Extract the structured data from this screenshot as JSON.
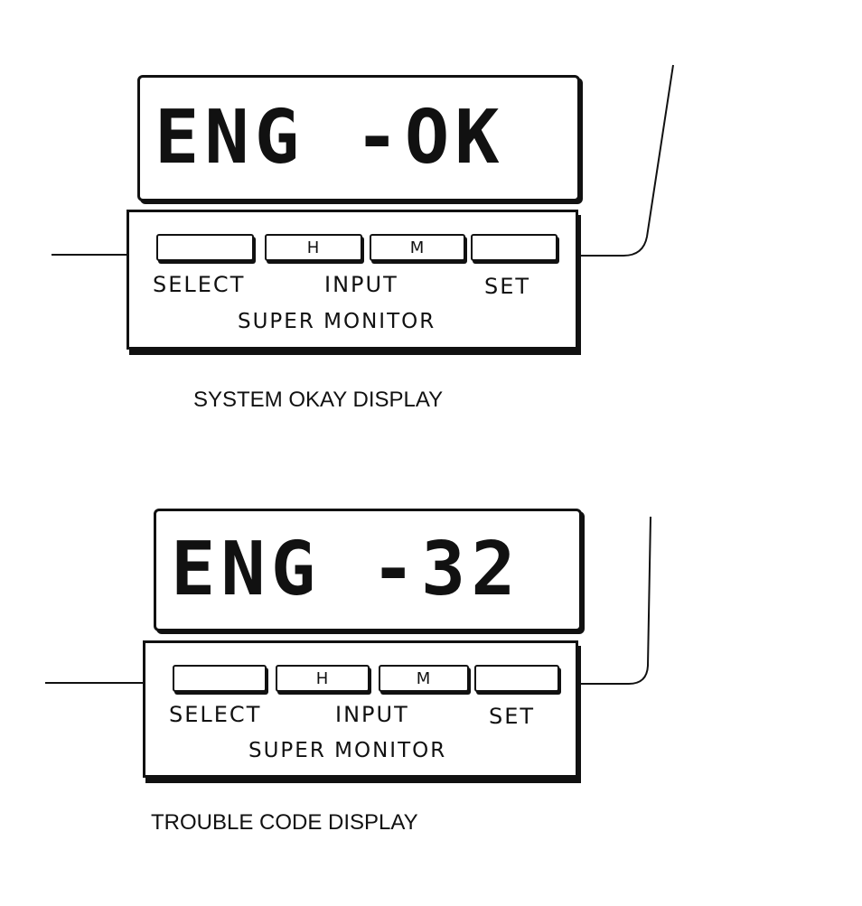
{
  "units": [
    {
      "display_text": "ENG -OK",
      "buttons": {
        "select": "",
        "hour": "H",
        "minute": "M",
        "set": ""
      },
      "labels": {
        "select": "SELECT",
        "input": "INPUT",
        "set": "SET",
        "title": "SUPER MONITOR"
      },
      "caption": "SYSTEM OKAY DISPLAY"
    },
    {
      "display_text": "ENG -32",
      "buttons": {
        "select": "",
        "hour": "H",
        "minute": "M",
        "set": ""
      },
      "labels": {
        "select": "SELECT",
        "input": "INPUT",
        "set": "SET",
        "title": "SUPER MONITOR"
      },
      "caption": "TROUBLE CODE DISPLAY"
    }
  ]
}
